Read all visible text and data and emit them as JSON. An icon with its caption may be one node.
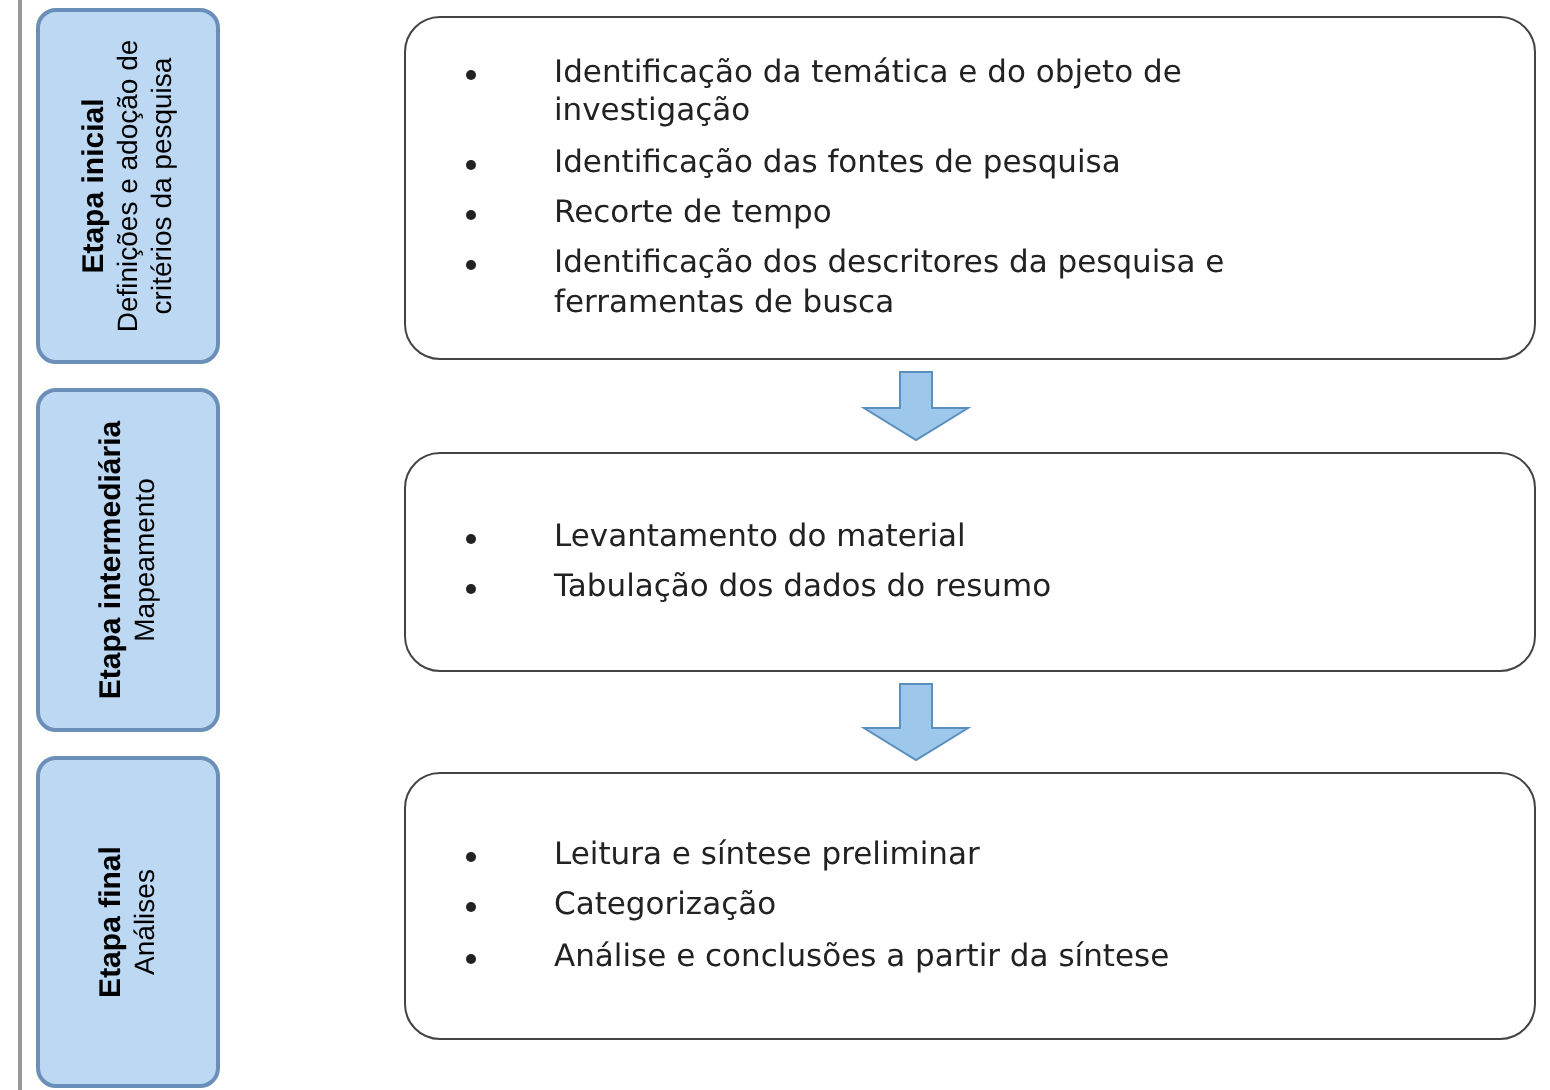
{
  "diagram": {
    "nodes": [
      {
        "text": [
          "Etapa inicial",
          "Definições e adoção de critérios da pesquisa"
        ]
      },
      {
        "text": [
          "Identificação da temática e do objeto de investigação",
          "Identificação das fontes de pesquisa",
          "Recorte de tempo",
          "Identificação dos descritores da pesquisa e ferramentas de busca"
        ]
      },
      {
        "text": [
          "Etapa intermediária",
          "Mapeamento"
        ]
      },
      {
        "text": [
          "Levantamento do material",
          "Tabulação dos dados do resumo"
        ]
      },
      {
        "text": [
          "Etapa final",
          "Análises"
        ]
      },
      {
        "text": [
          "Leitura e síntese preliminar",
          "Categorização",
          "Análise e conclusões a partir da síntese"
        ]
      }
    ],
    "edges": [
      {
        "from": 1,
        "to": 3,
        "arrow": "to"
      },
      {
        "from": 3,
        "to": 5,
        "arrow": "to"
      }
    ]
  }
}
